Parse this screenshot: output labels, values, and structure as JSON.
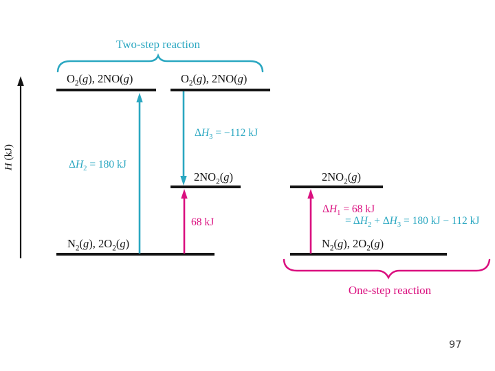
{
  "colors": {
    "teal": "#2aa7c1",
    "magenta": "#da0f7f",
    "ink": "#141414",
    "page_number_gray": "#3c3c3c"
  },
  "axis": {
    "label": "*H* (kJ)"
  },
  "groups": {
    "two_step": {
      "label": "Two-step reaction"
    },
    "one_step": {
      "label": "One-step reaction"
    }
  },
  "levels": {
    "left_top": {
      "label": "O~2~(*g*), 2NO(*g*)"
    },
    "mid_top": {
      "label": "O~2~(*g*), 2NO(*g*)"
    },
    "mid_intermediate": {
      "label": "2NO~2~(*g*)"
    },
    "left_bottom": {
      "label": "N~2~(*g*), 2O~2~(*g*)"
    },
    "right_intermediate": {
      "label": "2NO~2~(*g*)"
    },
    "right_bottom": {
      "label": "N~2~(*g*), 2O~2~(*g*)"
    }
  },
  "transitions": {
    "dh2": {
      "label": "Δ*H*~2~ = 180 kJ",
      "value_kj": 180,
      "direction": "up"
    },
    "dh3": {
      "label": "Δ*H*~3~ = −112 kJ",
      "value_kj": -112,
      "direction": "down"
    },
    "step_68": {
      "label": "68 kJ",
      "value_kj": 68,
      "direction": "up"
    },
    "dh1": {
      "label": "Δ*H*~1~ = 68 kJ",
      "value_kj": 68,
      "direction": "up"
    },
    "dh1_eq": {
      "label": "= Δ*H*~2~ + Δ*H*~3~ = 180 kJ − 112 kJ"
    }
  },
  "page_number": "97"
}
